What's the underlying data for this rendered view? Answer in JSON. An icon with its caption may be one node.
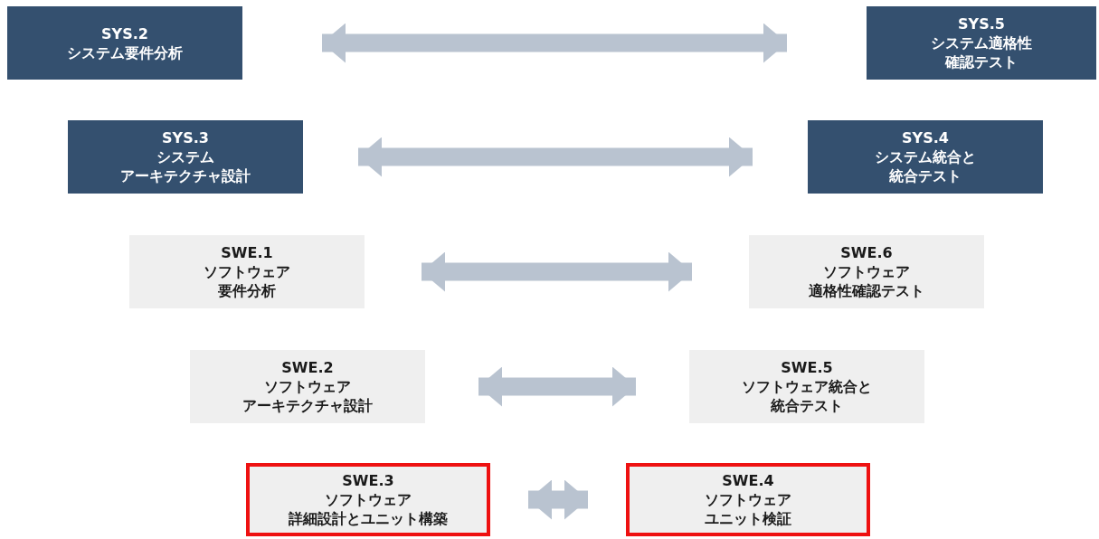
{
  "diagram": {
    "nodes": [
      {
        "text": [
          "SYS.2",
          "システム要件分析"
        ]
      },
      {
        "text": [
          "SYS.5",
          "システム適格性確認テスト"
        ]
      },
      {
        "text": [
          "SYS.3",
          "システムアーキテクチャ設計"
        ]
      },
      {
        "text": [
          "SYS.4",
          "システム統合と統合テスト"
        ]
      },
      {
        "text": [
          "SWE.1",
          "ソフトウェア要件分析"
        ]
      },
      {
        "text": [
          "SWE.6",
          "ソフトウェア適格性確認テスト"
        ]
      },
      {
        "text": [
          "SWE.2",
          "ソフトウェアアーキテクチャ設計"
        ]
      },
      {
        "text": [
          "SWE.5",
          "ソフトウェア統合と統合テスト"
        ]
      },
      {
        "text": [
          "SWE.3",
          "ソフトウェア詳細設計とユニット構築"
        ]
      },
      {
        "text": [
          "SWE.4",
          "ソフトウェアユニット検証"
        ]
      }
    ],
    "edges": [
      {
        "from": 0,
        "to": 1,
        "arrow": "both"
      },
      {
        "from": 2,
        "to": 3,
        "arrow": "both"
      },
      {
        "from": 4,
        "to": 5,
        "arrow": "both"
      },
      {
        "from": 6,
        "to": 7,
        "arrow": "both"
      },
      {
        "from": 8,
        "to": 9,
        "arrow": "both"
      }
    ]
  }
}
